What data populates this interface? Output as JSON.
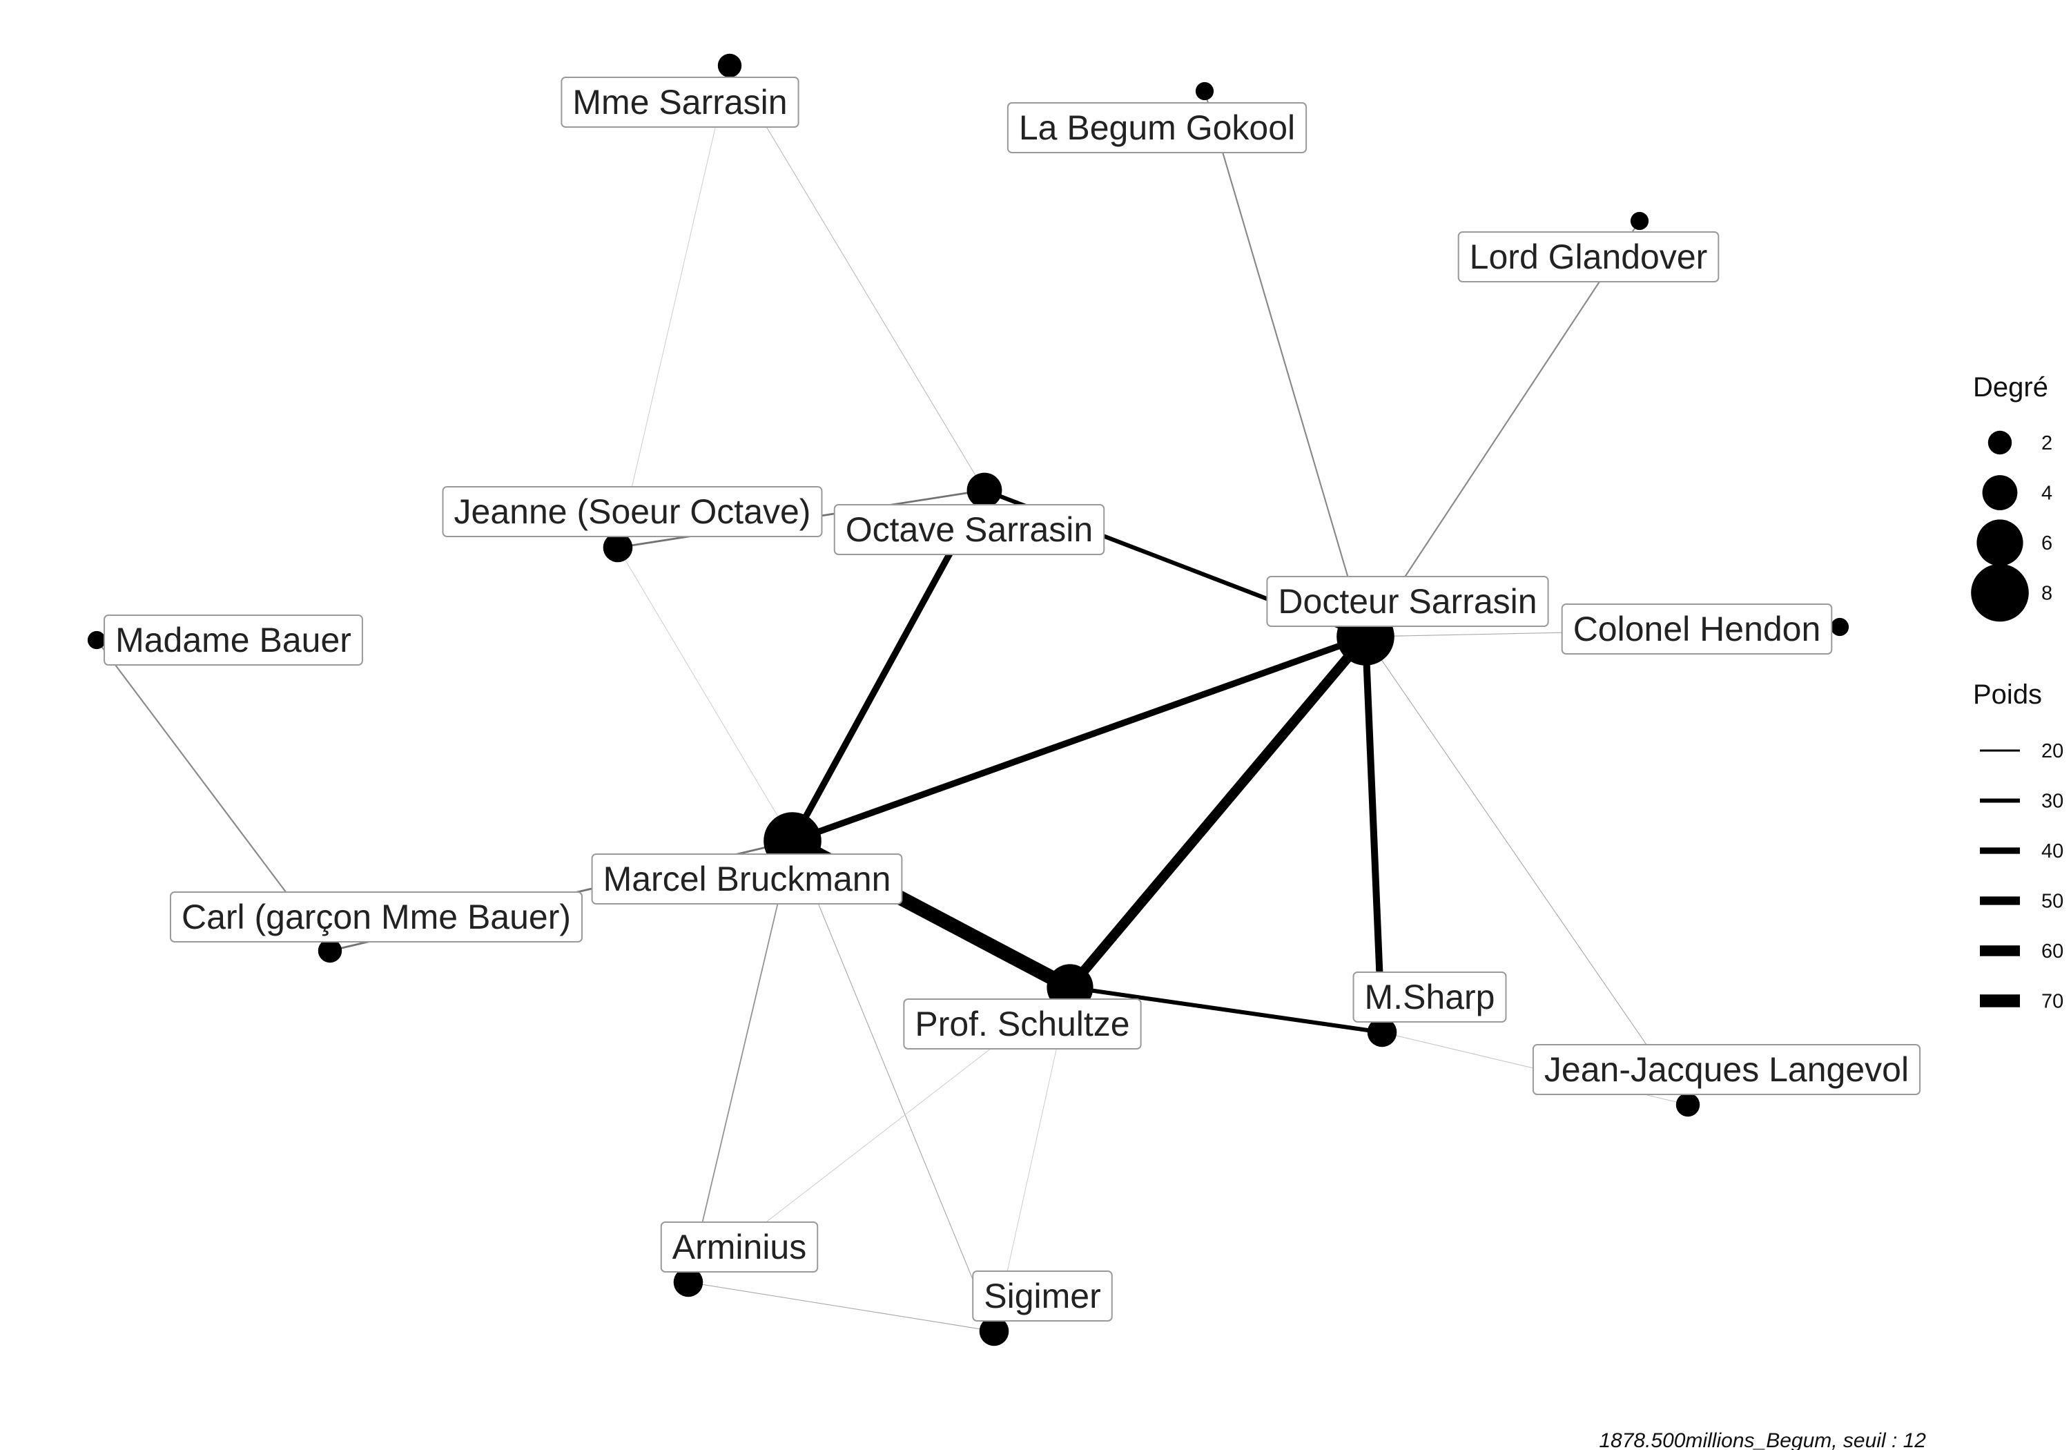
{
  "graph": {
    "nodes": [
      {
        "id": "mme_sarrasin",
        "label": "Mme Sarrasin",
        "degree": 2
      },
      {
        "id": "begum",
        "label": "La Begum Gokool",
        "degree": 1
      },
      {
        "id": "glandover",
        "label": "Lord Glandover",
        "degree": 1
      },
      {
        "id": "jeanne",
        "label": "Jeanne (Soeur Octave)",
        "degree": 3
      },
      {
        "id": "octave",
        "label": "Octave Sarrasin",
        "degree": 4
      },
      {
        "id": "docteur",
        "label": "Docteur Sarrasin",
        "degree": 8
      },
      {
        "id": "hendon",
        "label": "Colonel Hendon",
        "degree": 1
      },
      {
        "id": "madame_bauer",
        "label": "Madame Bauer",
        "degree": 1
      },
      {
        "id": "marcel",
        "label": "Marcel Bruckmann",
        "degree": 8
      },
      {
        "id": "carl",
        "label": "Carl (garçon Mme Bauer)",
        "degree": 2
      },
      {
        "id": "schultze",
        "label": "Prof. Schultze",
        "degree": 6
      },
      {
        "id": "sharp",
        "label": "M.Sharp",
        "degree": 3
      },
      {
        "id": "langevol",
        "label": "Jean-Jacques Langevol",
        "degree": 2
      },
      {
        "id": "arminius",
        "label": "Arminius",
        "degree": 3
      },
      {
        "id": "sigimer",
        "label": "Sigimer",
        "degree": 3
      }
    ],
    "edges": [
      {
        "source": "mme_sarrasin",
        "target": "jeanne",
        "weight": 12
      },
      {
        "source": "mme_sarrasin",
        "target": "octave",
        "weight": 14
      },
      {
        "source": "begum",
        "target": "docteur",
        "weight": 18
      },
      {
        "source": "glandover",
        "target": "docteur",
        "weight": 18
      },
      {
        "source": "jeanne",
        "target": "octave",
        "weight": 20
      },
      {
        "source": "jeanne",
        "target": "marcel",
        "weight": 12
      },
      {
        "source": "octave",
        "target": "docteur",
        "weight": 30
      },
      {
        "source": "octave",
        "target": "marcel",
        "weight": 40
      },
      {
        "source": "docteur",
        "target": "hendon",
        "weight": 15
      },
      {
        "source": "docteur",
        "target": "marcel",
        "weight": 40
      },
      {
        "source": "docteur",
        "target": "schultze",
        "weight": 55
      },
      {
        "source": "docteur",
        "target": "sharp",
        "weight": 42
      },
      {
        "source": "docteur",
        "target": "langevol",
        "weight": 15
      },
      {
        "source": "madame_bauer",
        "target": "carl",
        "weight": 18
      },
      {
        "source": "carl",
        "target": "marcel",
        "weight": 20
      },
      {
        "source": "marcel",
        "target": "schultze",
        "weight": 75
      },
      {
        "source": "marcel",
        "target": "arminius",
        "weight": 17
      },
      {
        "source": "marcel",
        "target": "sigimer",
        "weight": 15
      },
      {
        "source": "schultze",
        "target": "sharp",
        "weight": 30
      },
      {
        "source": "schultze",
        "target": "arminius",
        "weight": 12
      },
      {
        "source": "schultze",
        "target": "sigimer",
        "weight": 12
      },
      {
        "source": "sharp",
        "target": "langevol",
        "weight": 13
      },
      {
        "source": "arminius",
        "target": "sigimer",
        "weight": 15
      }
    ]
  },
  "legend": {
    "degree_title": "Degré",
    "degree_items": [
      {
        "label": "2",
        "value": 2
      },
      {
        "label": "4",
        "value": 4
      },
      {
        "label": "6",
        "value": 6
      },
      {
        "label": "8",
        "value": 8
      }
    ],
    "weight_title": "Poids",
    "weight_items": [
      {
        "label": "20",
        "value": 20
      },
      {
        "label": "30",
        "value": 30
      },
      {
        "label": "40",
        "value": 40
      },
      {
        "label": "50",
        "value": 50
      },
      {
        "label": "60",
        "value": 60
      },
      {
        "label": "70",
        "value": 70
      }
    ]
  },
  "caption": "1878.500millions_Begum, seuil : 12"
}
